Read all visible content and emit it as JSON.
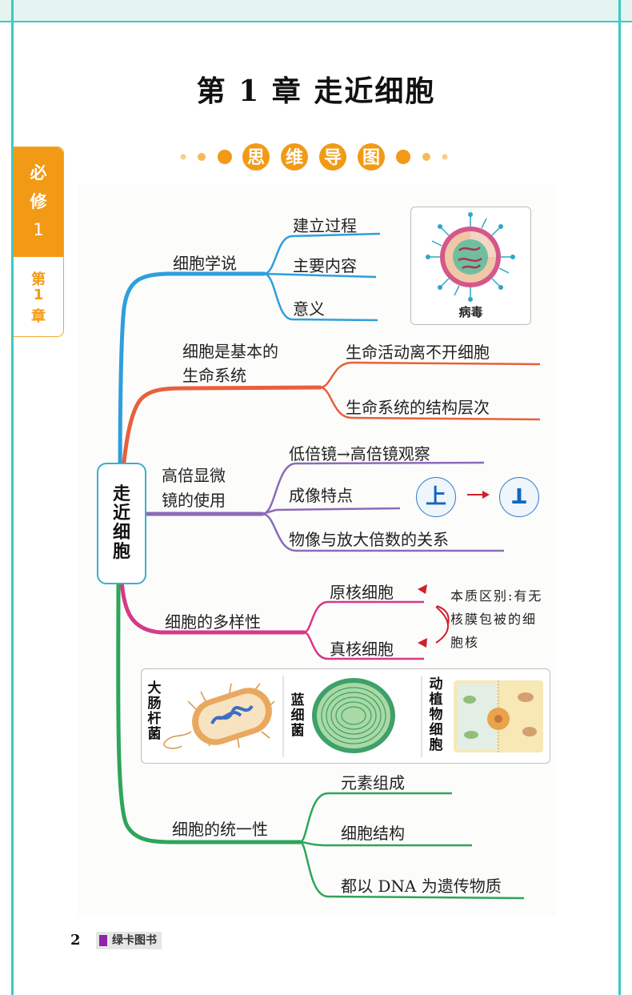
{
  "chapter_title": "第 1 章    走近细胞",
  "side_tab": {
    "book": [
      "必",
      "修",
      "1"
    ],
    "chapter": [
      "第",
      "1",
      "章"
    ]
  },
  "banner": {
    "chars": [
      "思",
      "维",
      "导",
      "图"
    ]
  },
  "mindmap": {
    "root": [
      "走",
      "近",
      "细",
      "胞"
    ],
    "branches": [
      {
        "name": "细胞学说",
        "color": "#2e9fdc",
        "children": [
          "建立过程",
          "主要内容",
          "意义"
        ],
        "image_label": "病毒"
      },
      {
        "name": [
          "细胞是基本的",
          "生命系统"
        ],
        "color": "#e8603a",
        "children": [
          "生命活动离不开细胞",
          "生命系统的结构层次"
        ]
      },
      {
        "name": [
          "高倍显微",
          "镜的使用"
        ],
        "color": "#8b6bb8",
        "children": [
          "低倍镜→高倍镜观察",
          "成像特点",
          "物像与放大倍数的关系"
        ],
        "image_before": "上",
        "image_after": "ꓕ"
      },
      {
        "name": "细胞的多样性",
        "color": "#d63a86",
        "children": [
          "原核细胞",
          "真核细胞"
        ],
        "annotation": [
          "本质区别:有无",
          "核膜包被的细",
          "胞核"
        ],
        "image_labels": [
          [
            "大",
            "肠",
            "杆",
            "菌"
          ],
          [
            "蓝",
            "细",
            "菌"
          ],
          [
            "动",
            "植",
            "物",
            "细",
            "胞"
          ]
        ]
      },
      {
        "name": "细胞的统一性",
        "color": "#2ea559",
        "children": [
          "元素组成",
          "细胞结构",
          "都以 DNA 为遗传物质"
        ]
      }
    ]
  },
  "footer": {
    "page_number": "2",
    "brand": "绿卡图书"
  },
  "colors": {
    "frame": "#3cc9c5",
    "tab_orange": "#f29a16",
    "banner_orange": "#f29a16",
    "arrow_red": "#d0202a"
  }
}
